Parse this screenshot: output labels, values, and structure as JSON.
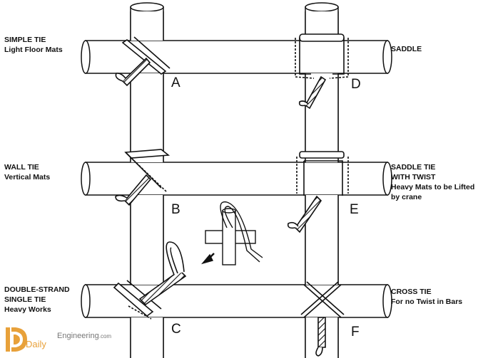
{
  "labels": {
    "a": {
      "title": "SIMPLE TIE",
      "lines": [
        "Light Floor Mats"
      ]
    },
    "b": {
      "title": "WALL TIE",
      "lines": [
        "Vertical Mats"
      ]
    },
    "c": {
      "title": "DOUBLE-STRAND",
      "lines": [
        "SINGLE TIE",
        "Heavy Works"
      ]
    },
    "d": {
      "title": "SADDLE",
      "lines": []
    },
    "e": {
      "title": "SADDLE TIE",
      "lines": [
        "WITH TWIST",
        "Heavy Mats to be Lifted",
        "by crane"
      ]
    },
    "f": {
      "title": "CROSS TIE",
      "lines": [
        "For no Twist in Bars"
      ]
    }
  },
  "letters": {
    "a": "A",
    "b": "B",
    "c": "C",
    "d": "D",
    "e": "E",
    "f": "F"
  },
  "logo": {
    "daily": "Daily",
    "engineering": "Engineering",
    "domain": ".com",
    "colors": {
      "mark": "#e8a13a",
      "text": "#777777"
    }
  }
}
